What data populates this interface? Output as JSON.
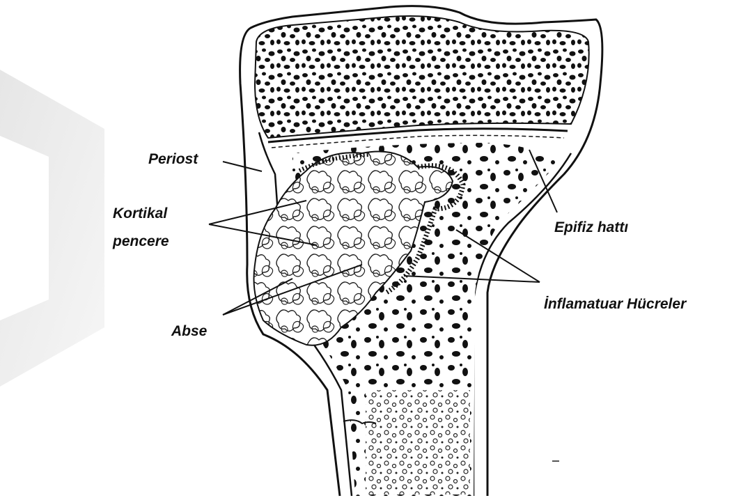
{
  "labels": {
    "periost": "Periost",
    "kortikal_line1": "Kortikal",
    "kortikal_line2": "pencere",
    "abse": "Abse",
    "epifiz": "Epifiz hattı",
    "inflamatuar": "İnflamatuar Hücreler"
  },
  "colors": {
    "ink": "#111111",
    "background": "#ffffff",
    "watermark": "#ececec"
  }
}
